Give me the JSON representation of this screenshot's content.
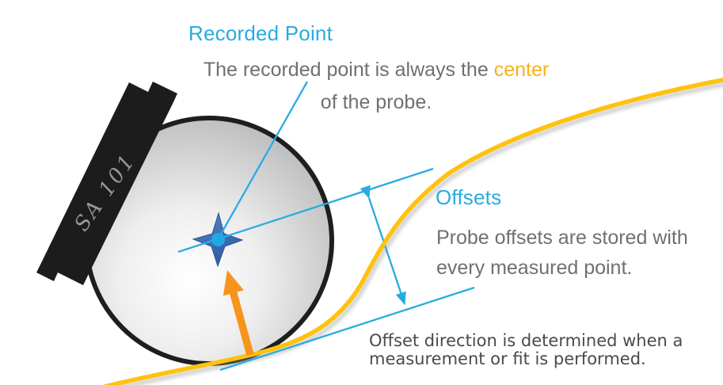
{
  "palette": {
    "heading_cyan": "#29ABE2",
    "body_gray": "#6F7072",
    "note_gray": "#4A4A4C",
    "highlight_gold": "#F9B117",
    "surface_curve_yellow": "#FFC20E",
    "contact_arrow_orange": "#F7941E",
    "center_star_blue": "#3E6FB5",
    "probe_handle_black": "#1C1C1C",
    "probe_label_gray": "#97989B"
  },
  "recorded_point": {
    "title": "Recorded Point",
    "desc_prefix": "The recorded point is always the ",
    "desc_highlight": "center",
    "desc_line2": "of the probe."
  },
  "offsets": {
    "title": "Offsets",
    "desc_line1": "Probe offsets are stored with",
    "desc_line2": "every measured point."
  },
  "offset_direction_note": {
    "line1": "Offset direction is determined when a",
    "line2": "measurement or fit is performed."
  },
  "probe": {
    "label": "SA 101"
  }
}
